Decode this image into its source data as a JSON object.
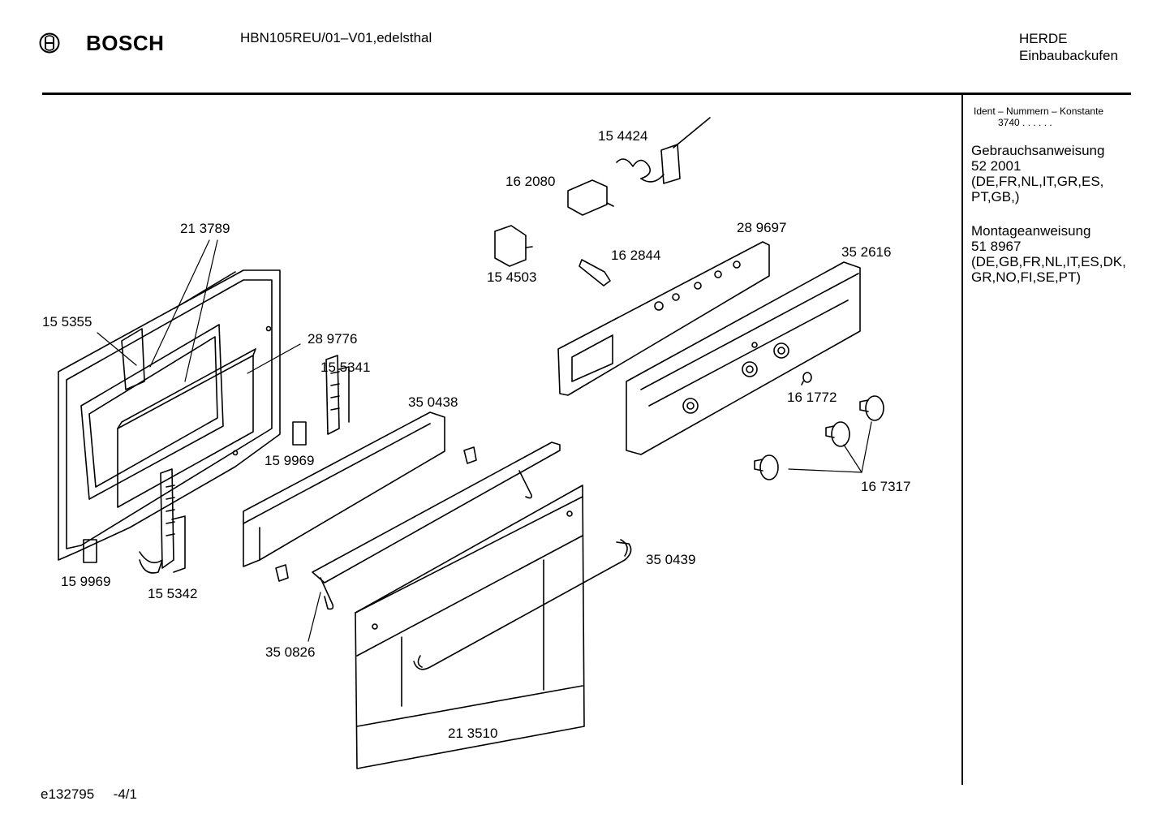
{
  "header": {
    "brand": "BOSCH",
    "model": "HBN105REU/01–V01,edelsthal",
    "category_line1": "HERDE",
    "category_line2": "Einbaubackufen"
  },
  "side_panel": {
    "ident_label": "Ident – Nummern – Konstante",
    "ident_value": "3740 . . . . . .",
    "manual_title": "Gebrauchsanweisung",
    "manual_number": "52 2001",
    "manual_langs_1": "(DE,FR,NL,IT,GR,ES,",
    "manual_langs_2": "PT,GB,)",
    "mount_title": "Montageanweisung",
    "mount_number": "51 8967",
    "mount_langs_1": "(DE,GB,FR,NL,IT,ES,DK,",
    "mount_langs_2": "GR,NO,FI,SE,PT)"
  },
  "parts": {
    "p154424": "15 4424",
    "p162080": "16 2080",
    "p154503": "15 4503",
    "p162844": "16 2844",
    "p289697": "28 9697",
    "p352616": "35 2616",
    "p213789": "21 3789",
    "p155355": "15 5355",
    "p289776": "28 9776",
    "p155341": "15 5341",
    "p350438": "35 0438",
    "p161772": "16 1772",
    "p159969a": "15 9969",
    "p167317": "16 7317",
    "p350439": "35 0439",
    "p159969b": "15 9969",
    "p155342": "15 5342",
    "p350826": "35 0826",
    "p213510": "21 3510"
  },
  "footer": {
    "doc_id": "e132795",
    "page": "-4/1"
  }
}
